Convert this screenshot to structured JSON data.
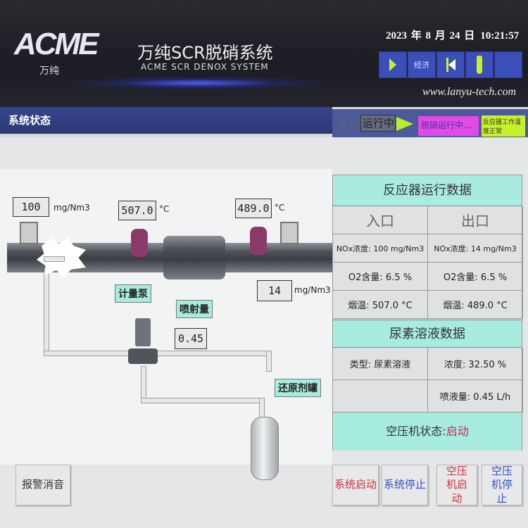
{
  "header": {
    "logo": "ACME",
    "logo_sub": "万纯",
    "title": "万纯SCR脱硝系统",
    "subtitle": "ACME SCR DENOX SYSTEM",
    "date": "2023 年 8 月 24 日",
    "time": "10:21:57",
    "url": "www.lanyu-tech.com",
    "toolbar": [
      {
        "icon": "play-icon"
      },
      {
        "label": "经济"
      },
      {
        "icon": "step-back-icon"
      },
      {
        "icon": "thermometer-icon"
      },
      {
        "label": ""
      }
    ]
  },
  "status": {
    "section_title": "系统状态",
    "system_label": "系统",
    "running": "运行中",
    "denox_running": "脱硝运行中...",
    "reactor_ok": "反应器工作温度正常"
  },
  "diagram": {
    "inlet_nox": "100",
    "inlet_nox_unit": "mg/Nm3",
    "inlet_temp": "507.0",
    "outlet_temp": "489.0",
    "temp_unit": "°C",
    "outlet_nox": "14",
    "outlet_nox_unit": "mg/Nm3",
    "pump_label": "计量泵",
    "spray_label": "喷射量",
    "spray_value": "0.45",
    "tank_label": "还原剂罐"
  },
  "reactor_table": {
    "title": "反应器运行数据",
    "inlet": "入口",
    "outlet": "出口",
    "rows": [
      [
        "NOx浓度: 100  mg/Nm3",
        "NOx浓度: 14  mg/Nm3"
      ],
      [
        "O2含量: 6.5  %",
        "O2含量: 6.5  %"
      ],
      [
        "烟温: 507.0 °C",
        "烟温: 489.0 °C"
      ]
    ]
  },
  "urea": {
    "title": "尿素溶液数据",
    "type": "类型: 尿素溶液",
    "concentration": "浓度: 32.50  %",
    "spray": "喷液量: 0.45  L/h"
  },
  "compressor": {
    "label": "空压机状态:",
    "state": "启动"
  },
  "buttons": {
    "alarm_mute": "报警消音",
    "system_start": "系统启动",
    "system_stop": "系统停止",
    "compressor_start": "空压机启动",
    "compressor_stop": "空压机停止"
  },
  "colors": {
    "accent_teal": "#a8ece0",
    "button_red": "#d0303a",
    "button_blue": "#3050c0"
  }
}
